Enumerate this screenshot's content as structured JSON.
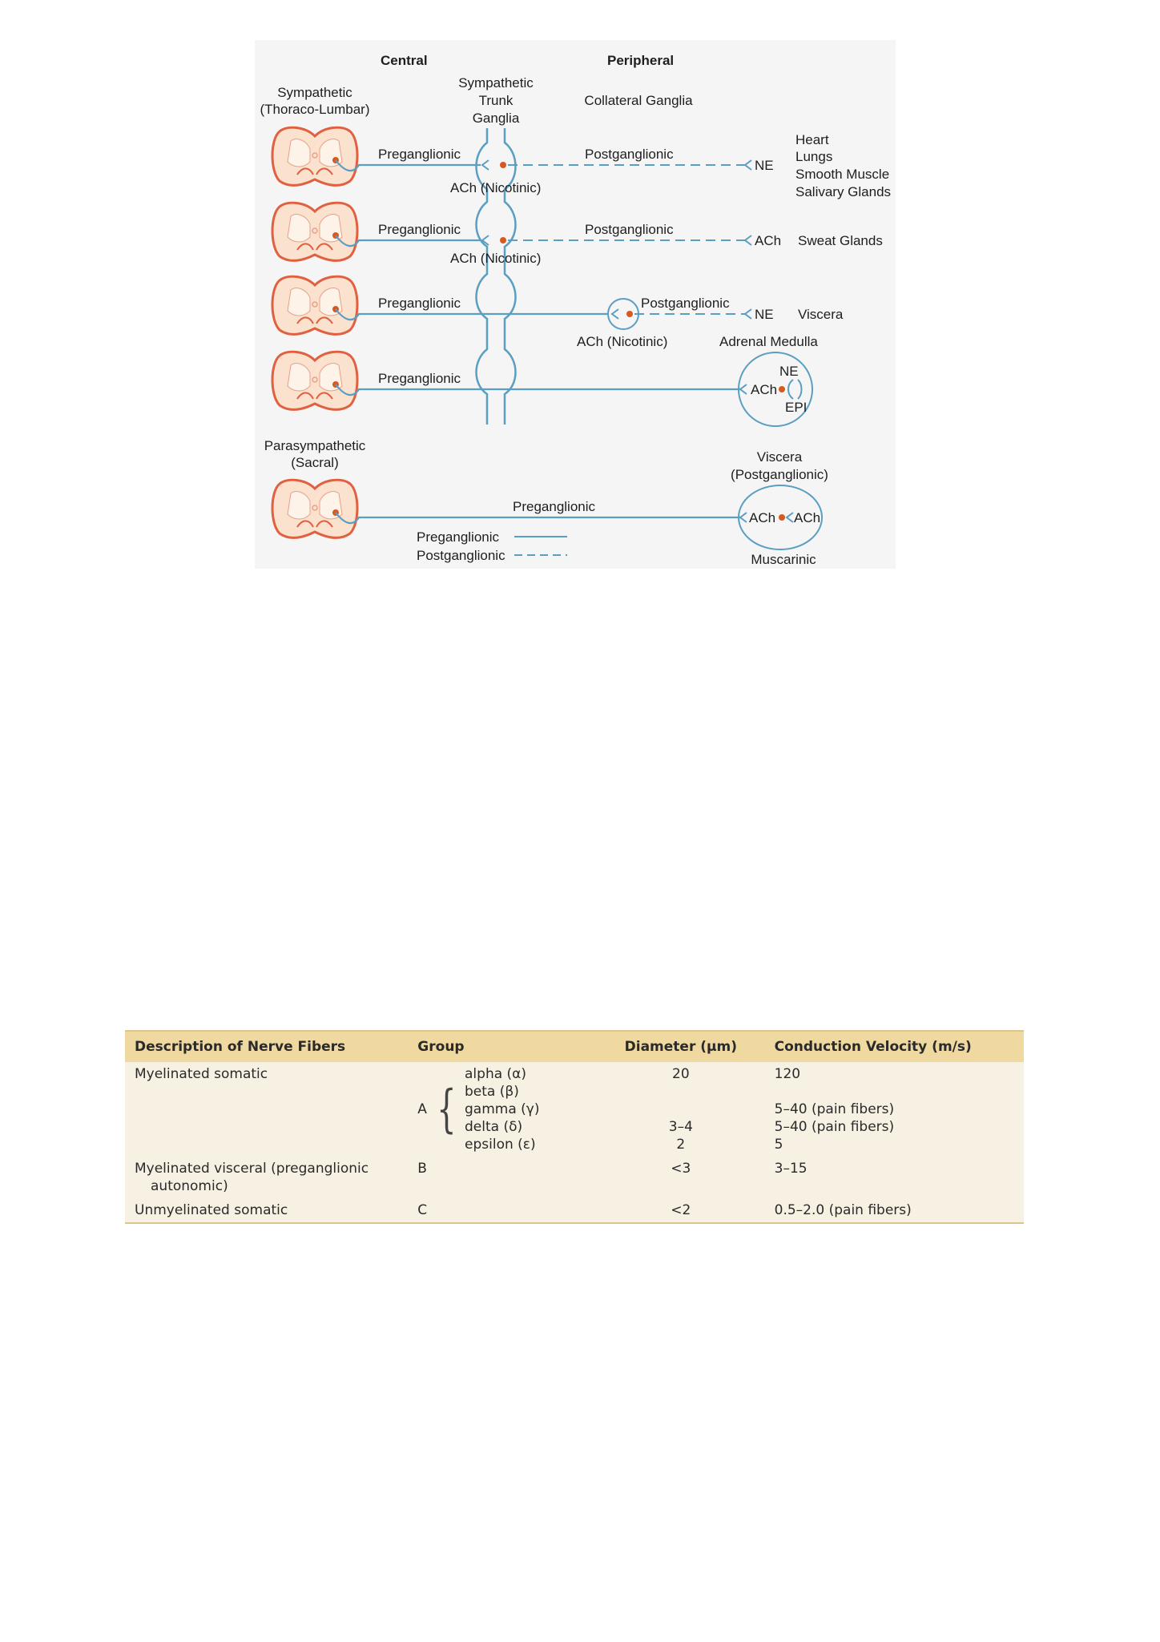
{
  "diagram": {
    "col_central": "Central",
    "col_peripheral": "Peripheral",
    "sympathetic_title_1": "Sympathetic",
    "sympathetic_title_2": "(Thoraco-Lumbar)",
    "trunk_1": "Sympathetic",
    "trunk_2": "Trunk",
    "trunk_3": "Ganglia",
    "collateral": "Collateral Ganglia",
    "rows": [
      {
        "pre": "Preganglionic",
        "post": "Postganglionic",
        "receptor": "ACh (Nicotinic)",
        "transmitter": "NE",
        "targets": [
          "Heart",
          "Lungs",
          "Smooth Muscle",
          "Salivary Glands"
        ]
      },
      {
        "pre": "Preganglionic",
        "post": "Postganglionic",
        "receptor": "ACh (Nicotinic)",
        "transmitter": "ACh",
        "targets": [
          "Sweat Glands"
        ]
      },
      {
        "pre": "Preganglionic",
        "post": "Postganglionic",
        "receptor": "ACh (Nicotinic)",
        "transmitter": "NE",
        "targets": [
          "Viscera"
        ],
        "target_2": "Adrenal Medulla"
      },
      {
        "pre": "Preganglionic",
        "ach": "ACh",
        "ne": "NE",
        "epi": "EPI"
      }
    ],
    "parasym_title_1": "Parasympathetic",
    "parasym_title_2": "(Sacral)",
    "parasym_pre": "Preganglionic",
    "viscera_1": "Viscera",
    "viscera_2": "(Postganglionic)",
    "parasym_ach_1": "ACh",
    "parasym_ach_2": "ACh",
    "muscarinic": "Muscarinic",
    "legend_pre": "Preganglionic",
    "legend_post": "Postganglionic",
    "colors": {
      "fiber": "#5a9ec2",
      "cord": "#e06040",
      "cord_fill": "#fbe2cf",
      "dot": "#d9581e",
      "shadow": "#e8e8e8"
    }
  },
  "table": {
    "headers": [
      "Description of Nerve Fibers",
      "Group",
      "Diameter (µm)",
      "Conduction Velocity (m/s)"
    ],
    "row_a": {
      "description": "Myelinated somatic",
      "group": "A",
      "subgroups": [
        "alpha (α)",
        "beta (β)",
        "gamma (γ)",
        "delta (δ)",
        "epsilon (ε)"
      ],
      "diameters": [
        "20",
        "",
        "",
        "3–4",
        "2"
      ],
      "velocities": [
        "120",
        "",
        "5–40 (pain fibers)",
        "5–40 (pain fibers)",
        "5"
      ]
    },
    "row_b": {
      "description_1": "Myelinated visceral (preganglionic",
      "description_2": "autonomic)",
      "group": "B",
      "diameter": "<3",
      "velocity": "3–15"
    },
    "row_c": {
      "description": "Unmyelinated somatic",
      "group": "C",
      "diameter": "<2",
      "velocity": "0.5–2.0 (pain fibers)"
    },
    "colors": {
      "header_bg": "#efd9a0",
      "body_bg": "#f6f1e3",
      "rule": "#d8c68a"
    }
  }
}
